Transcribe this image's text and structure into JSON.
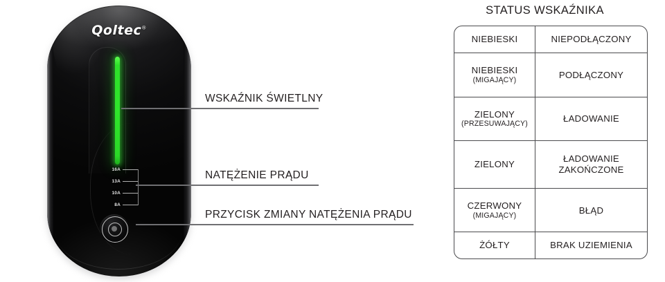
{
  "device": {
    "brand": "Qoltec",
    "brand_mark": "®",
    "led_indicator_color": "#2FE52B",
    "current_scale": [
      "16A",
      "13A",
      "10A",
      "8A"
    ],
    "button_name": "current-select-button"
  },
  "callouts": [
    {
      "label": "WSKAŹNIK ŚWIETLNY",
      "name": "callout-light-indicator"
    },
    {
      "label": "NATĘŻENIE PRĄDU",
      "name": "callout-current-intensity"
    },
    {
      "label": "PRZYCISK ZMIANY NATĘŻENIA PRĄDU",
      "name": "callout-current-change-button"
    }
  ],
  "table": {
    "title": "STATUS WSKAŹNIKA",
    "rows": [
      {
        "color": "NIEBIESKI",
        "color_note": "",
        "status": "NIEPODŁĄCZONY",
        "status_line2": ""
      },
      {
        "color": "NIEBIESKI",
        "color_note": "(MIGAJĄCY)",
        "status": "PODŁĄCZONY",
        "status_line2": ""
      },
      {
        "color": "ZIELONY",
        "color_note": "(PRZESUWAJĄCY)",
        "status": "ŁADOWANIE",
        "status_line2": ""
      },
      {
        "color": "ZIELONY",
        "color_note": "",
        "status": "ŁADOWANIE",
        "status_line2": "ZAKOŃCZONE"
      },
      {
        "color": "CZERWONY",
        "color_note": "(MIGAJĄCY)",
        "status": "BŁĄD",
        "status_line2": ""
      },
      {
        "color": "ŻÓŁTY",
        "color_note": "",
        "status": "BRAK UZIEMIENIA",
        "status_line2": ""
      }
    ]
  },
  "colors": {
    "background": "#FFFFFF",
    "text": "#231F20",
    "border": "#4A4A4D",
    "leader_line": "#6F6F72",
    "device_black": "#0A0A0B"
  }
}
